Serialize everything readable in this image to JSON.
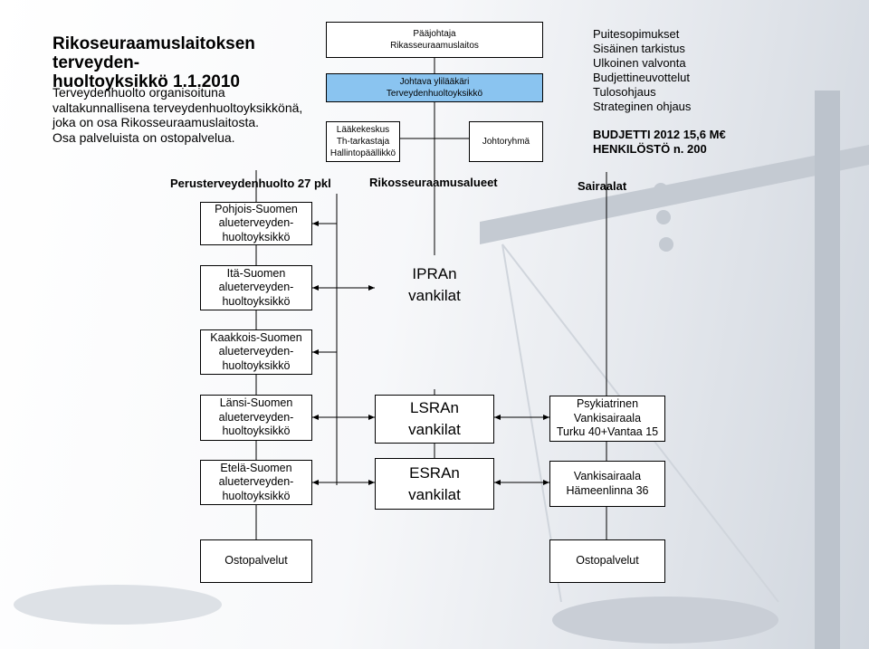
{
  "title": "Rikoseuraamuslaitoksen terveyden-\nhuoltoyksikkö 1.1.2010",
  "intro": "Terveydenhuolto organisoituna\nvaltakunnallisena terveydenhuoltoyksikkönä,\njoka on osa Rikosseuraamuslaitosta.\nOsa palveluista on ostopalvelua.",
  "top_boxes": {
    "paajohtaja": "Pääjohtaja\nRikasseuraamuslaitos",
    "johtava": "Johtava ylilääkäri\nTerveydenhuoltoyksikkö",
    "laakekeskus": "Lääkekeskus\nTh-tarkastaja\nHallintopäällikkö",
    "johtoryhma": "Johtoryhmä"
  },
  "right_list": "Puitesopimukset\nSisäinen tarkistus\nUlkoinen valvonta\nBudjettineuvottelut\nTulosohjaus\nStrateginen ohjaus",
  "budget": "BUDJETTI 2012 15,6 M€\nHENKILÖSTÖ n. 200",
  "headers": {
    "left": "Perusterveydenhuolto 27 pkl",
    "middle": "Rikosseuraamusalueet",
    "right": "Sairaalat"
  },
  "left_boxes": [
    "Pohjois-Suomen\nalueterveyden-\nhuoltoyksikkö",
    "Itä-Suomen\nalueterveyden-\nhuoltoyksikkö",
    "Kaakkois-Suomen\nalueterveyden-\nhuoltoyksikkö",
    "Länsi-Suomen\nalueterveyden-\nhuoltoyksikkö",
    "Etelä-Suomen\nalueterveyden-\nhuoltoyksikkö"
  ],
  "middle_boxes": [
    "IPRAn\nvankilat",
    "LSRAn\nvankilat",
    "ESRAn\nvankilat"
  ],
  "right_boxes": [
    "Psykiatrinen\nVankisairaala\nTurku 40+Vantaa 15",
    "Vankisairaala\nHämeenlinna 36"
  ],
  "bottom_boxes": [
    "Ostopalvelut",
    "Ostopalvelut"
  ],
  "colors": {
    "highlight_box": "#8ac4f0",
    "background_scale": "#b9c0c9"
  }
}
